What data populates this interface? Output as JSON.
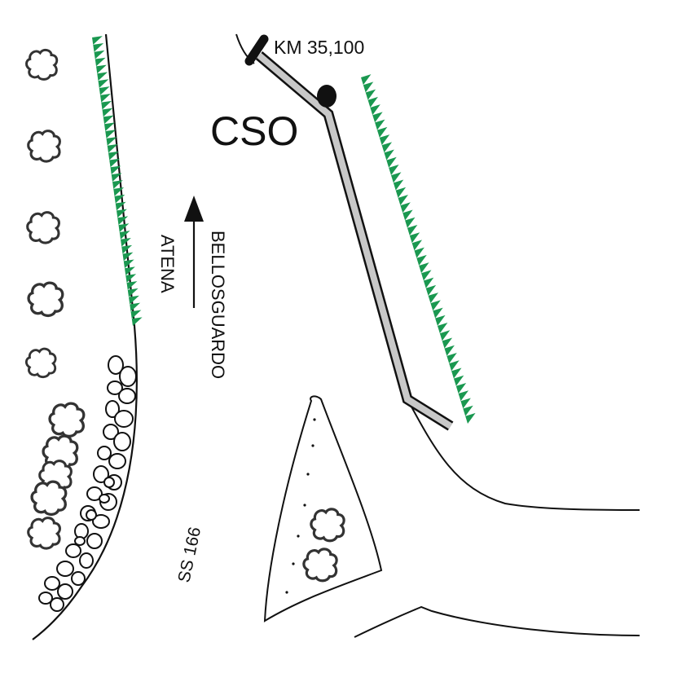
{
  "labels": {
    "km_marker": "KM 35,100",
    "cso": "CSO",
    "direction_road": "BELLOSGUARDO",
    "direction_town": "ATENA",
    "road_name": "SS 166"
  },
  "colors": {
    "line": "#111111",
    "barrier_fill": "#c8c8c8",
    "hedge": "#1a9850",
    "background": "#ffffff"
  },
  "icons": {
    "direction": "arrow-up-icon",
    "bush": "bush-icon",
    "rock": "rock-icon",
    "terminal": "barrier-terminal-icon",
    "post": "marker-post-icon"
  }
}
